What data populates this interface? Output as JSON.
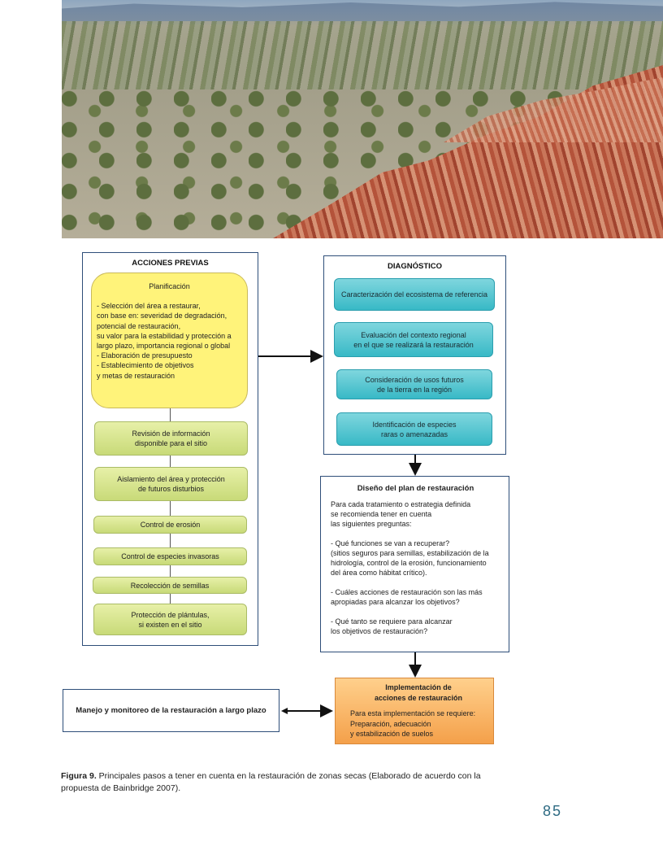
{
  "photo": {
    "alt": ""
  },
  "acciones_previas": {
    "title": "ACCIONES PREVIAS",
    "planificacion": {
      "title": "Planificación",
      "text": "- Selección del área a restaurar,\n  con base en: severidad de degradación,\n  potencial de restauración,\n  su valor para la estabilidad y protección a\n  largo plazo, importancia regional o global\n- Elaboración de presupuesto\n- Establecimiento de objetivos\n  y metas de restauración"
    },
    "steps": [
      "Revisión de información\ndisponible para el sitio",
      "Aislamiento del área y protección\nde futuros disturbios",
      "Control de erosión",
      "Control de especies invasoras",
      "Recolección de semillas",
      "Protección de plántulas,\nsi existen en el sitio"
    ]
  },
  "diagnostico": {
    "title": "DIAGNÓSTICO",
    "items": [
      "Caracterización del ecosistema de referencia",
      "Evaluación del contexto regional\nen el que se realizará la restauración",
      "Consideración de usos futuros\nde la tierra en la región",
      "Identificación de especies\nraras o amenazadas"
    ]
  },
  "diseno": {
    "title": "Diseño del plan de restauración",
    "text": "Para cada tratamiento o estrategia definida\nse recomienda tener en cuenta\nlas siguientes preguntas:\n\n- Qué funciones se van a recuperar?\n  (sitios seguros para semillas, estabilización de la\n  hidrología, control de la erosión, funcionamiento\n  del área como hábitat crítico).\n\n- Cuáles acciones de restauración son las más\n  apropiadas para alcanzar los objetivos?\n\n- Qué tanto se requiere para alcanzar\n  los objetivos de restauración?"
  },
  "implementacion": {
    "title": "Implementación de\nacciones de restauración",
    "text": "Para esta implementación se requiere:\nPreparación, adecuación\ny estabilización de suelos"
  },
  "manejo": {
    "title": "Manejo y monitoreo de la restauración a largo plazo"
  },
  "caption": {
    "label": "Figura 9.",
    "text": " Principales pasos a tener en cuenta en la restauración de zonas secas (Elaborado de acuerdo con la propuesta de Bainbridge 2007)."
  },
  "page_number": "85"
}
